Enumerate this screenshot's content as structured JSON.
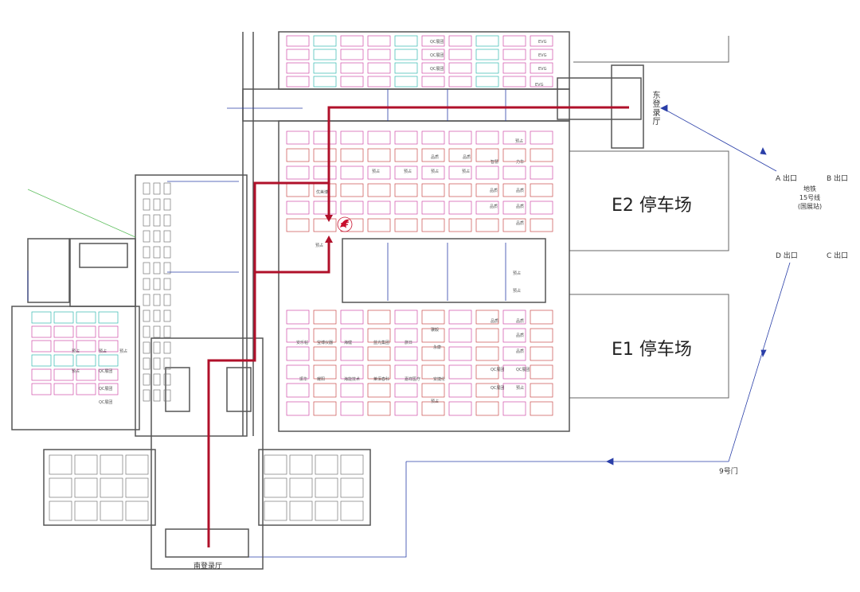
{
  "parking": {
    "e2": "E2 停车场",
    "e1": "E1 停车场"
  },
  "entrances": {
    "east": "东登录厅",
    "south": "南登录厅",
    "gate9": "9号门"
  },
  "metro": {
    "line1": "地铁",
    "line2": "15号线",
    "line3": "(国展站)",
    "exits": [
      "A 出口",
      "B 出口",
      "C 出口",
      "D 出口"
    ]
  },
  "booths": {
    "qc": "QC展团",
    "evg": "EVG",
    "yuzhan": "预占",
    "pinzhi": "品质",
    "zhihui": "智慧",
    "lihua": "力华",
    "youmeibo": "优美博",
    "anlezhen": "安乐帖",
    "baobo": "宝博仪器",
    "haijian": "海健",
    "languang": "蓝光集团",
    "juri": "旅日",
    "yongkang": "永康",
    "haineng": "海能技术",
    "laibai": "莱佰春科",
    "jiayi": "嘉祥医疗",
    "anjie": "安捷伦",
    "zhenhua": "振华",
    "yaoyang": "耀阳",
    "jiyi": "骥毅"
  },
  "colors": {
    "route": "#b0102a",
    "wall": "#555555",
    "booth_pink": "#d04aa8",
    "booth_red": "#c94a4a",
    "booth_cyan": "#33b8b0",
    "guide": "#2a3fa8",
    "logo": "#c8102e"
  }
}
